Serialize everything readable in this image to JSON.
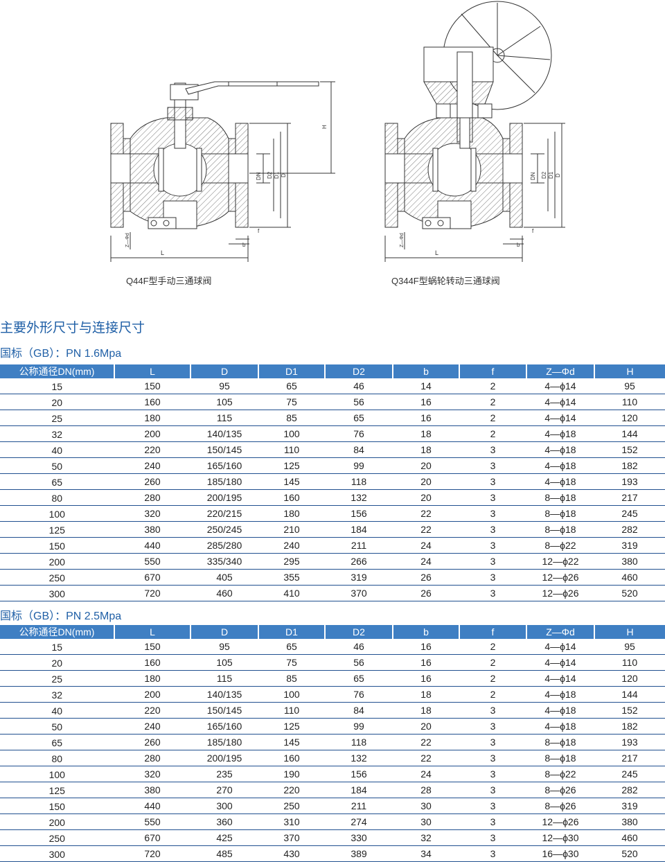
{
  "drawings": {
    "left_caption": "Q44F型手动三通球阀",
    "right_caption": "Q344F型蜗轮转动三通球阀",
    "dim_labels": {
      "H": "H",
      "DN": "DN",
      "D2": "D2",
      "D1": "D1",
      "D": "D",
      "L": "L",
      "b": "b",
      "f": "f",
      "Z": "Z—Φd"
    }
  },
  "section_title": "主要外形尺寸与连接尺寸",
  "columns": [
    "公称通径DN(mm)",
    "L",
    "D",
    "D1",
    "D2",
    "b",
    "f",
    "Z—Φd",
    "H"
  ],
  "tables": [
    {
      "title": "国标（GB）：PN 1.6Mpa",
      "rows": [
        [
          "15",
          "150",
          "95",
          "65",
          "46",
          "14",
          "2",
          "4—ϕ14",
          "95"
        ],
        [
          "20",
          "160",
          "105",
          "75",
          "56",
          "16",
          "2",
          "4—ϕ14",
          "110"
        ],
        [
          "25",
          "180",
          "115",
          "85",
          "65",
          "16",
          "2",
          "4—ϕ14",
          "120"
        ],
        [
          "32",
          "200",
          "140/135",
          "100",
          "76",
          "18",
          "2",
          "4—ϕ18",
          "144"
        ],
        [
          "40",
          "220",
          "150/145",
          "110",
          "84",
          "18",
          "3",
          "4—ϕ18",
          "152"
        ],
        [
          "50",
          "240",
          "165/160",
          "125",
          "99",
          "20",
          "3",
          "4—ϕ18",
          "182"
        ],
        [
          "65",
          "260",
          "185/180",
          "145",
          "118",
          "20",
          "3",
          "4—ϕ18",
          "193"
        ],
        [
          "80",
          "280",
          "200/195",
          "160",
          "132",
          "20",
          "3",
          "8—ϕ18",
          "217"
        ],
        [
          "100",
          "320",
          "220/215",
          "180",
          "156",
          "22",
          "3",
          "8—ϕ18",
          "245"
        ],
        [
          "125",
          "380",
          "250/245",
          "210",
          "184",
          "22",
          "3",
          "8—ϕ18",
          "282"
        ],
        [
          "150",
          "440",
          "285/280",
          "240",
          "211",
          "24",
          "3",
          "8—ϕ22",
          "319"
        ],
        [
          "200",
          "550",
          "335/340",
          "295",
          "266",
          "24",
          "3",
          "12—ϕ22",
          "380"
        ],
        [
          "250",
          "670",
          "405",
          "355",
          "319",
          "26",
          "3",
          "12—ϕ26",
          "460"
        ],
        [
          "300",
          "720",
          "460",
          "410",
          "370",
          "26",
          "3",
          "12—ϕ26",
          "520"
        ]
      ]
    },
    {
      "title": "国标（GB）：PN 2.5Mpa",
      "rows": [
        [
          "15",
          "150",
          "95",
          "65",
          "46",
          "16",
          "2",
          "4—ϕ14",
          "95"
        ],
        [
          "20",
          "160",
          "105",
          "75",
          "56",
          "16",
          "2",
          "4—ϕ14",
          "110"
        ],
        [
          "25",
          "180",
          "115",
          "85",
          "65",
          "16",
          "2",
          "4—ϕ14",
          "120"
        ],
        [
          "32",
          "200",
          "140/135",
          "100",
          "76",
          "18",
          "2",
          "4—ϕ18",
          "144"
        ],
        [
          "40",
          "220",
          "150/145",
          "110",
          "84",
          "18",
          "3",
          "4—ϕ18",
          "152"
        ],
        [
          "50",
          "240",
          "165/160",
          "125",
          "99",
          "20",
          "3",
          "4—ϕ18",
          "182"
        ],
        [
          "65",
          "260",
          "185/180",
          "145",
          "118",
          "22",
          "3",
          "8—ϕ18",
          "193"
        ],
        [
          "80",
          "280",
          "200/195",
          "160",
          "132",
          "22",
          "3",
          "8—ϕ18",
          "217"
        ],
        [
          "100",
          "320",
          "235",
          "190",
          "156",
          "24",
          "3",
          "8—ϕ22",
          "245"
        ],
        [
          "125",
          "380",
          "270",
          "220",
          "184",
          "28",
          "3",
          "8—ϕ26",
          "282"
        ],
        [
          "150",
          "440",
          "300",
          "250",
          "211",
          "30",
          "3",
          "8—ϕ26",
          "319"
        ],
        [
          "200",
          "550",
          "360",
          "310",
          "274",
          "30",
          "3",
          "12—ϕ26",
          "380"
        ],
        [
          "250",
          "670",
          "425",
          "370",
          "330",
          "32",
          "3",
          "12—ϕ30",
          "460"
        ],
        [
          "300",
          "720",
          "485",
          "430",
          "389",
          "34",
          "3",
          "16—ϕ30",
          "520"
        ]
      ]
    }
  ]
}
